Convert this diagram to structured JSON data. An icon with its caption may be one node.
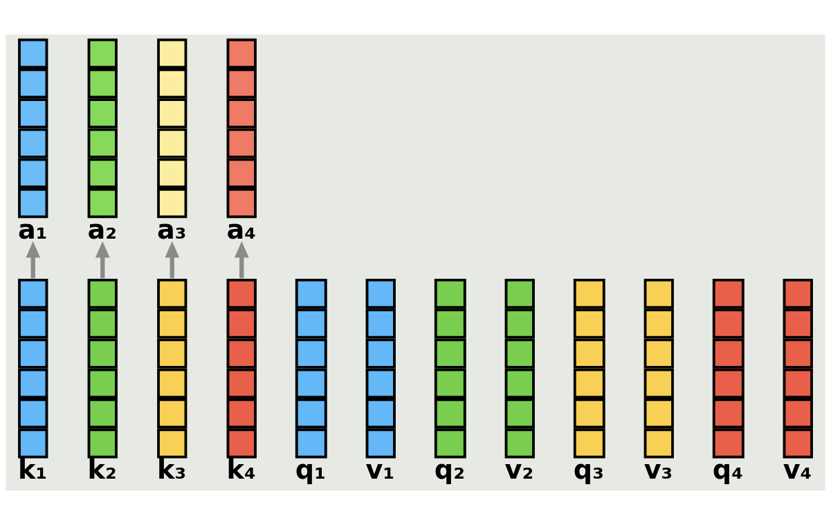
{
  "diagram": {
    "nodes": [
      {
        "text": [
          "a₁"
        ]
      },
      {
        "text": [
          "a₂"
        ]
      },
      {
        "text": [
          "a₃"
        ]
      },
      {
        "text": [
          "a₄"
        ]
      },
      {
        "text": [
          "q₁"
        ]
      },
      {
        "text": [
          "k₁"
        ]
      },
      {
        "text": [
          "v₁"
        ]
      },
      {
        "text": [
          "q₂"
        ]
      },
      {
        "text": [
          "k₂"
        ]
      },
      {
        "text": [
          "v₂"
        ]
      },
      {
        "text": [
          "q₃"
        ]
      },
      {
        "text": [
          "k₃"
        ]
      },
      {
        "text": [
          "v₃"
        ]
      },
      {
        "text": [
          "q₄"
        ]
      },
      {
        "text": [
          "k₄"
        ]
      },
      {
        "text": [
          "v₄"
        ]
      }
    ],
    "edges": [
      {
        "from": 5,
        "to": 0,
        "arrow": "to"
      },
      {
        "from": 8,
        "to": 1,
        "arrow": "to"
      },
      {
        "from": 11,
        "to": 2,
        "arrow": "to"
      },
      {
        "from": 14,
        "to": 3,
        "arrow": "to"
      }
    ]
  }
}
